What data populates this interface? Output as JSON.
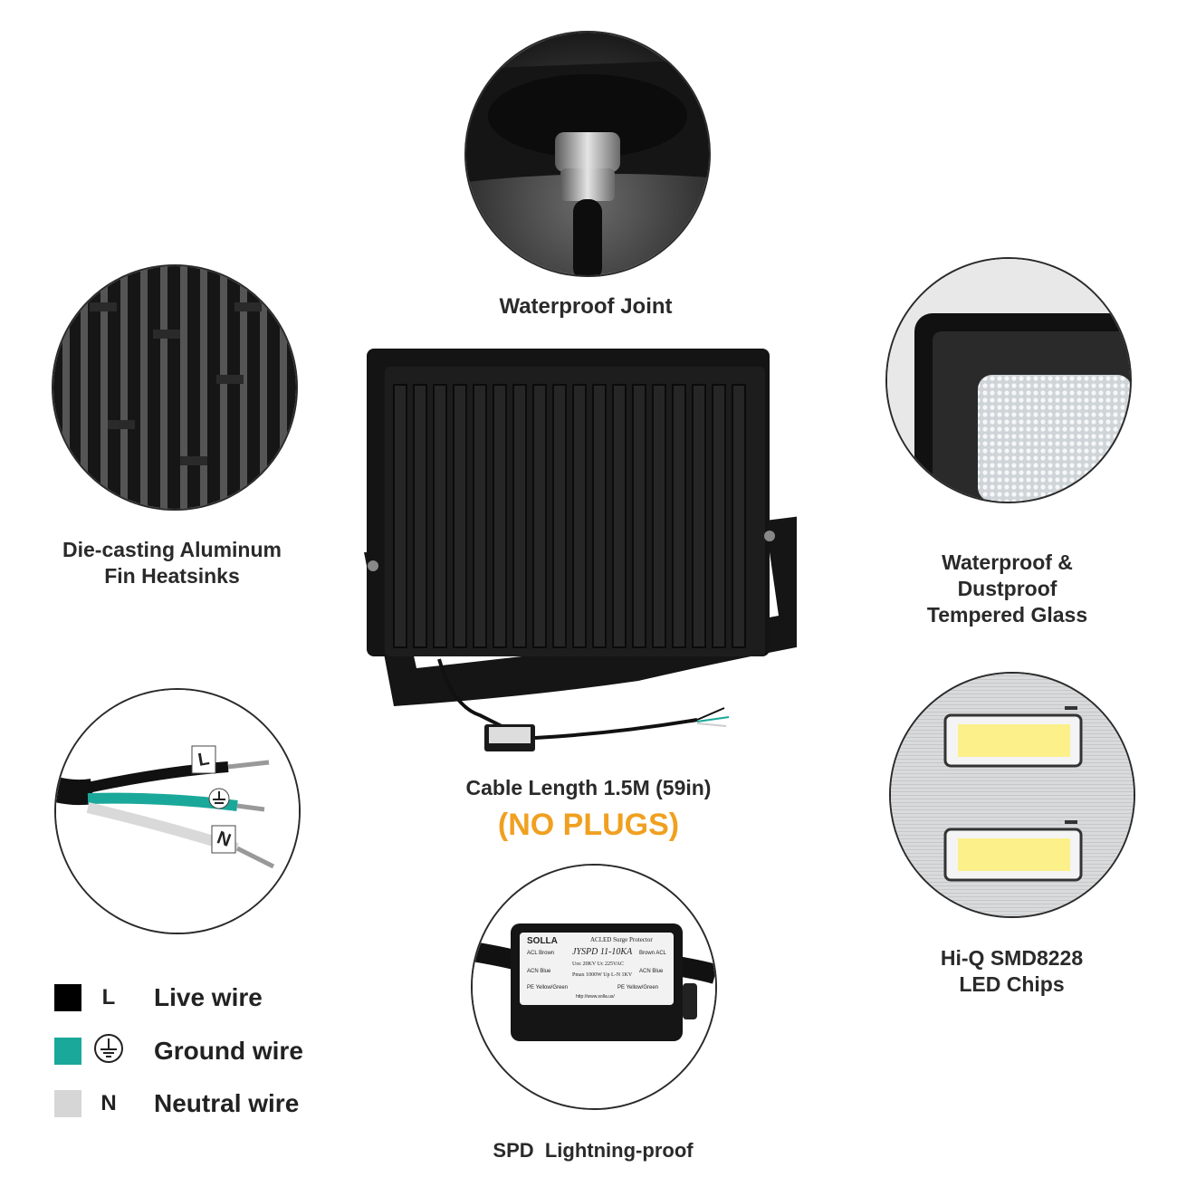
{
  "labels": {
    "waterproof_joint": "Waterproof Joint",
    "heatsink_line1": "Die-casting Aluminum",
    "heatsink_line2": "Fin Heatsinks",
    "glass_line1": "Waterproof &",
    "glass_line2": "Dustproof",
    "glass_line3": "Tempered Glass",
    "cable_length": "Cable Length 1.5M (59in)",
    "no_plugs": "(NO PLUGS)",
    "chips_line1": "Hi-Q SMD8228",
    "chips_line2": "LED Chips",
    "spd": "SPD  Lightning-proof"
  },
  "wire_tags": {
    "live": "L",
    "neutral": "N"
  },
  "spd_box": {
    "brand": "SOLLA",
    "title": "ACLED Surge Protector",
    "model": "JYSPD 11-10KA",
    "line1": "Uoc 20KV  Uc 225VAC",
    "line2": "Pmax 1000W  Up L-N 1KV",
    "acl_brown": "ACL Brown",
    "acn_blue": "ACN Blue",
    "pe": "PE Yellow/Green",
    "brown_acl": "Brown ACL",
    "acn_blue_r": "ACN Blue",
    "pe_r": "PE Yellow/Green",
    "url": "http://www.solla.us/"
  },
  "legend": [
    {
      "symbol": "L",
      "text": "Live wire",
      "color": "#000000"
    },
    {
      "symbol": "ground-icon",
      "text": "Ground wire",
      "color": "#1aa89a"
    },
    {
      "symbol": "N",
      "text": "Neutral wire",
      "color": "#d6d6d6"
    }
  ],
  "colors": {
    "accent_orange": "#f0a020",
    "text_dark": "#2a2a2a"
  }
}
